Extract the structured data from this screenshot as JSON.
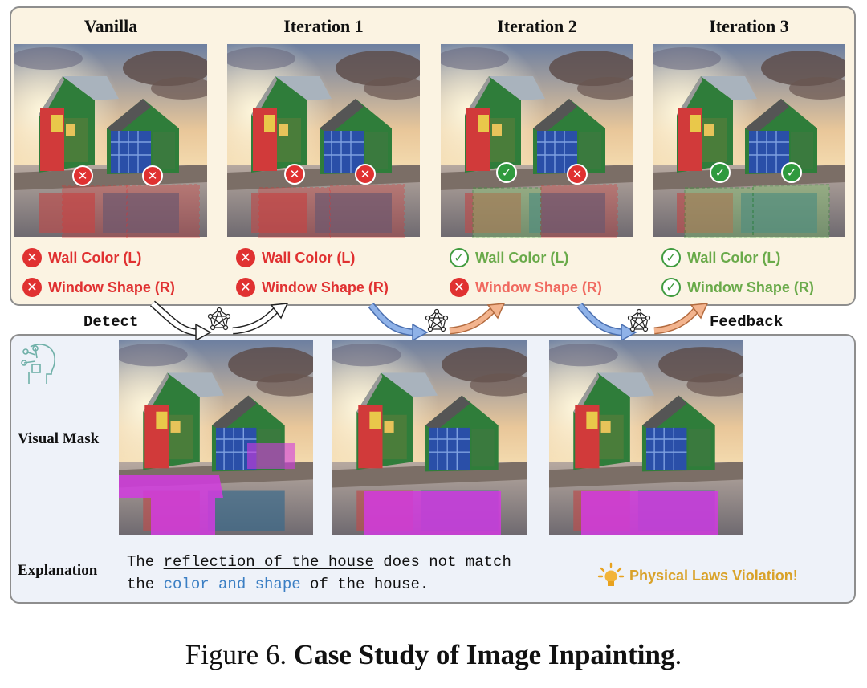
{
  "columns": [
    {
      "title": "Vanilla",
      "wall_status": "bad",
      "window_status": "bad"
    },
    {
      "title": "Iteration 1",
      "wall_status": "bad",
      "window_status": "bad"
    },
    {
      "title": "Iteration 2",
      "wall_status": "good",
      "window_status": "bad"
    },
    {
      "title": "Iteration 3",
      "wall_status": "good",
      "window_status": "good"
    }
  ],
  "checks": {
    "wall": "Wall Color (L)",
    "window": "Window Shape (R)"
  },
  "flow": {
    "detect": "Detect",
    "feedback": "Feedback"
  },
  "bottom": {
    "visual_mask_label": "Visual Mask",
    "explanation_label": "Explanation",
    "explanation_line1_pre": "The ",
    "explanation_line1_underlined": "reflection of the house",
    "explanation_line1_post": " does not match",
    "explanation_line2_pre": "the ",
    "explanation_line2_blue": "color and shape",
    "explanation_line2_post": " of the house.",
    "violation": "Physical Laws Violation!"
  },
  "caption": {
    "prefix": "Figure 6. ",
    "bold": "Case Study of Image Inpainting",
    "suffix": "."
  },
  "colors": {
    "bad": "#e03131",
    "good": "#3f9b3f",
    "mask": "#d23be0",
    "violation": "#d9a229",
    "blue_text": "#3b7fc4"
  }
}
